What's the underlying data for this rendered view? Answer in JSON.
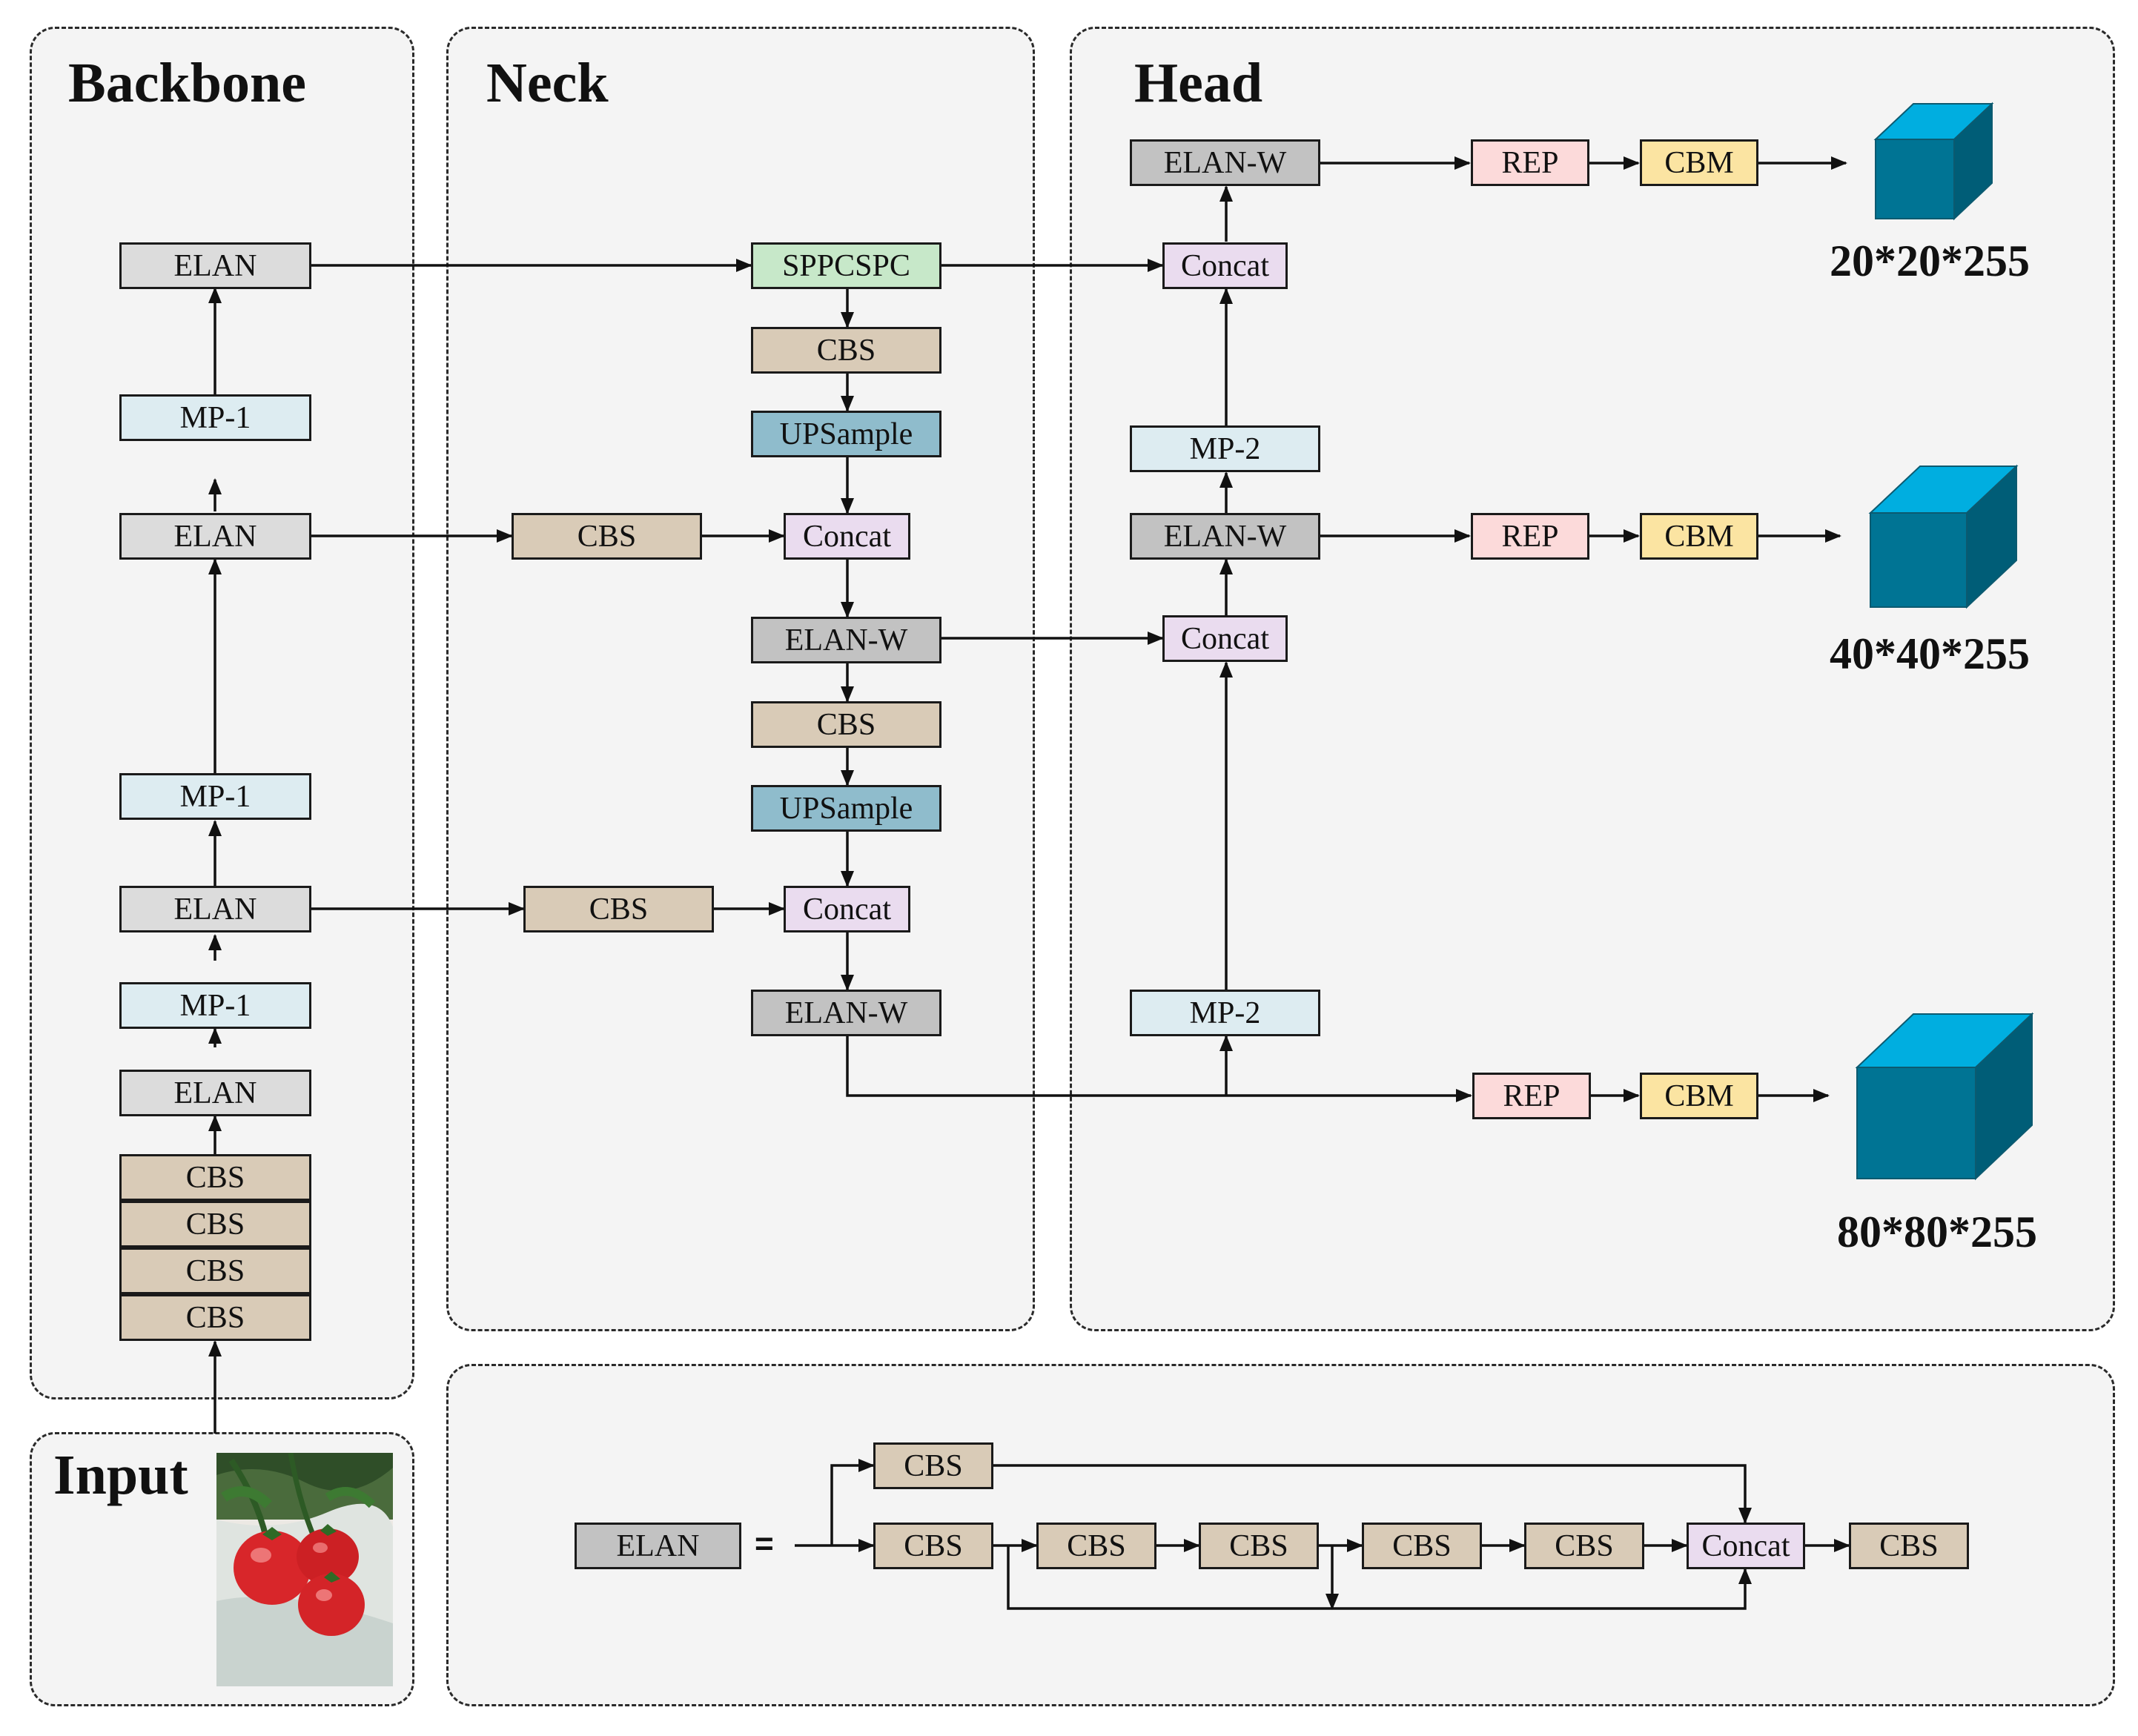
{
  "panels": {
    "backbone": "Backbone",
    "neck": "Neck",
    "head": "Head",
    "input": "Input"
  },
  "backbone": {
    "cbs_stack": [
      "CBS",
      "CBS",
      "CBS",
      "CBS"
    ],
    "elan_1": "ELAN",
    "mp1_a": "MP-1",
    "elan_2": "ELAN",
    "mp1_b": "MP-1",
    "elan_3": "ELAN",
    "mp1_c": "MP-1",
    "elan_4": "ELAN"
  },
  "neck": {
    "sppcspc": "SPPCSPC",
    "cbs_1": "CBS",
    "upsample_1": "UPSample",
    "lateral_cbs_1": "CBS",
    "concat_1": "Concat",
    "elanw_1": "ELAN-W",
    "cbs_2": "CBS",
    "upsample_2": "UPSample",
    "lateral_cbs_2": "CBS",
    "concat_2": "Concat",
    "elanw_2": "ELAN-W"
  },
  "head": {
    "elanw_top": "ELAN-W",
    "concat_top": "Concat",
    "mp2_top": "MP-2",
    "elanw_mid": "ELAN-W",
    "concat_mid": "Concat",
    "mp2_bottom": "MP-2",
    "rep_1": "REP",
    "cbm_1": "CBM",
    "rep_2": "REP",
    "cbm_2": "CBM",
    "rep_3": "REP",
    "cbm_3": "CBM",
    "out_1": "20*20*255",
    "out_2": "40*40*255",
    "out_3": "80*80*255"
  },
  "legend": {
    "elan": "ELAN",
    "equals": "=",
    "cbs_top": "CBS",
    "cbs_chain": [
      "CBS",
      "CBS",
      "CBS",
      "CBS",
      "CBS"
    ],
    "concat": "Concat",
    "cbs_out": "CBS"
  },
  "colors": {
    "cube_front": "#007494",
    "cube_top": "#00aee0",
    "cube_side": "#005d77"
  }
}
